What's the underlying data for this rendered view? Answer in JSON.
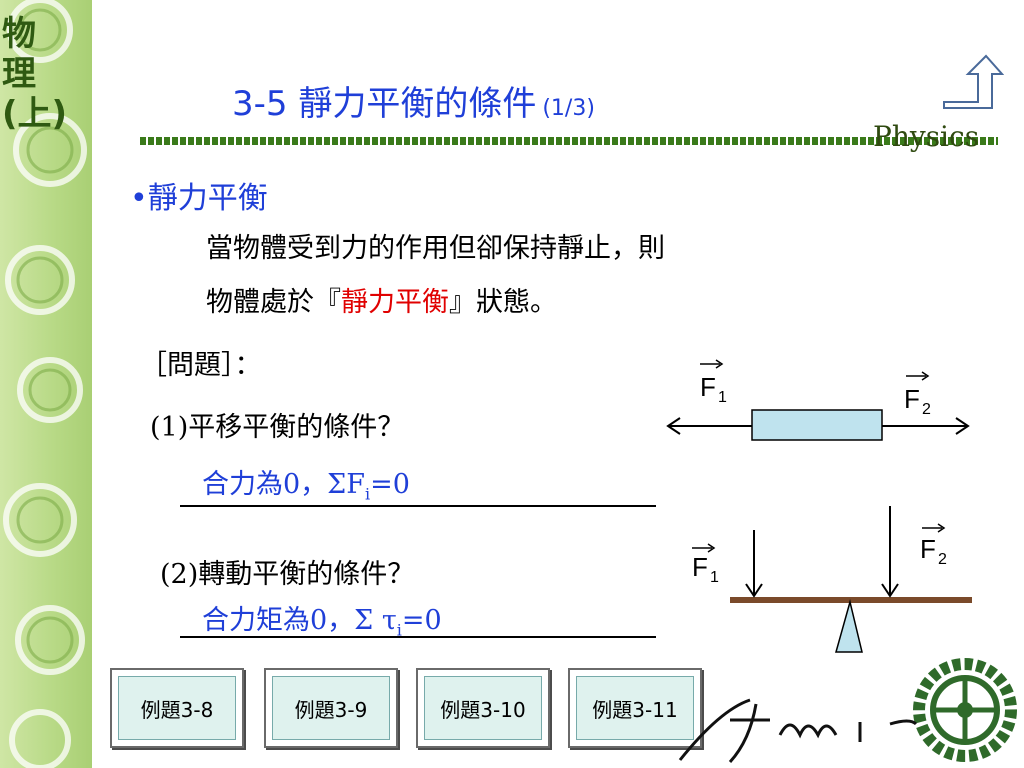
{
  "sidebar": {
    "title": "物理(上)"
  },
  "header": {
    "title": "3-5 靜力平衡的條件",
    "page_fraction": "(1/3)",
    "brand": "Physics"
  },
  "content": {
    "bullet": "•靜力平衡",
    "para_line1": "當物體受到力的作用但卻保持靜止，則",
    "para_line2_prefix": "物體處於『",
    "para_line2_highlight": "靜力平衡",
    "para_line2_suffix": "』狀態。",
    "question_label": "［問題］：",
    "q1": "(1)平移平衡的條件？",
    "a1_text": "合力為0，ΣF",
    "a1_sub": "i",
    "a1_end": "=0",
    "q2": "(2)轉動平衡的條件？",
    "a2_text": "合力矩為0，Σ τ",
    "a2_sub": "i",
    "a2_end": "=0"
  },
  "diagram": {
    "f1": "F",
    "f1_sub": "1",
    "f2": "F",
    "f2_sub": "2",
    "f1b": "F",
    "f1b_sub": "1",
    "f2b": "F",
    "f2b_sub": "2"
  },
  "buttons": [
    "例題3-8",
    "例題3-9",
    "例題3-10",
    "例題3-11"
  ],
  "colors": {
    "title_blue": "#1f3fd8",
    "highlight_red": "#e00000",
    "rule_green": "#3a7a1a",
    "sidebar_green": "#b7d985"
  }
}
